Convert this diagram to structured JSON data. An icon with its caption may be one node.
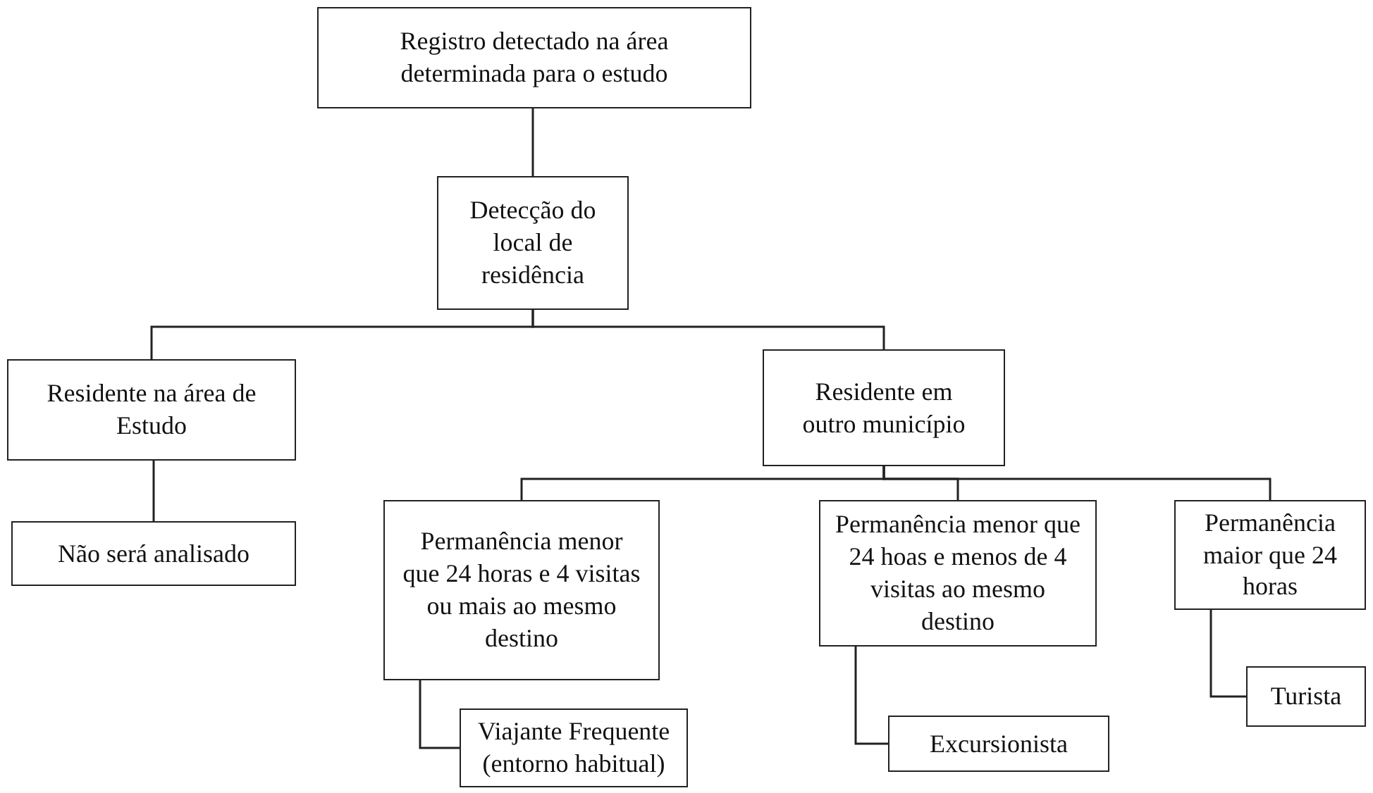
{
  "diagram": {
    "nodes": [
      {
        "text": [
          "Registro detectado na área determinada para o estudo"
        ]
      },
      {
        "text": [
          "Detecção do local de residência"
        ]
      },
      {
        "text": [
          "Residente na área de Estudo"
        ]
      },
      {
        "text": [
          "Residente em outro município"
        ]
      },
      {
        "text": [
          "Não será analisado"
        ]
      },
      {
        "text": [
          "Permanência menor que 24 horas e 4 visitas ou mais ao mesmo destino"
        ]
      },
      {
        "text": [
          "Permanência menor que 24 hoas e menos de 4 visitas ao mesmo destino"
        ]
      },
      {
        "text": [
          "Permanência maior que 24 horas"
        ]
      },
      {
        "text": [
          "Viajante Frequente (entorno habitual)"
        ]
      },
      {
        "text": [
          "Excursionista"
        ]
      },
      {
        "text": [
          "Turista"
        ]
      }
    ],
    "edges": [
      {
        "from": 0,
        "to": 1,
        "arrow": "none"
      },
      {
        "from": 1,
        "to": 2,
        "arrow": "none"
      },
      {
        "from": 1,
        "to": 3,
        "arrow": "none"
      },
      {
        "from": 2,
        "to": 4,
        "arrow": "none"
      },
      {
        "from": 3,
        "to": 5,
        "arrow": "none"
      },
      {
        "from": 3,
        "to": 6,
        "arrow": "none"
      },
      {
        "from": 3,
        "to": 7,
        "arrow": "none"
      },
      {
        "from": 5,
        "to": 8,
        "arrow": "none"
      },
      {
        "from": 6,
        "to": 9,
        "arrow": "none"
      },
      {
        "from": 7,
        "to": 10,
        "arrow": "none"
      }
    ]
  }
}
